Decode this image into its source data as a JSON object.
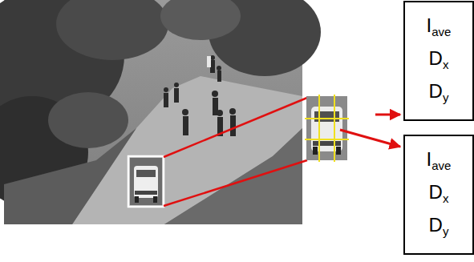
{
  "diagram": {
    "nodes": [
      {
        "text": [
          "Iave",
          "Dx",
          "Dy"
        ]
      },
      {
        "text": [
          "Iave",
          "Dx",
          "Dy"
        ]
      }
    ]
  }
}
